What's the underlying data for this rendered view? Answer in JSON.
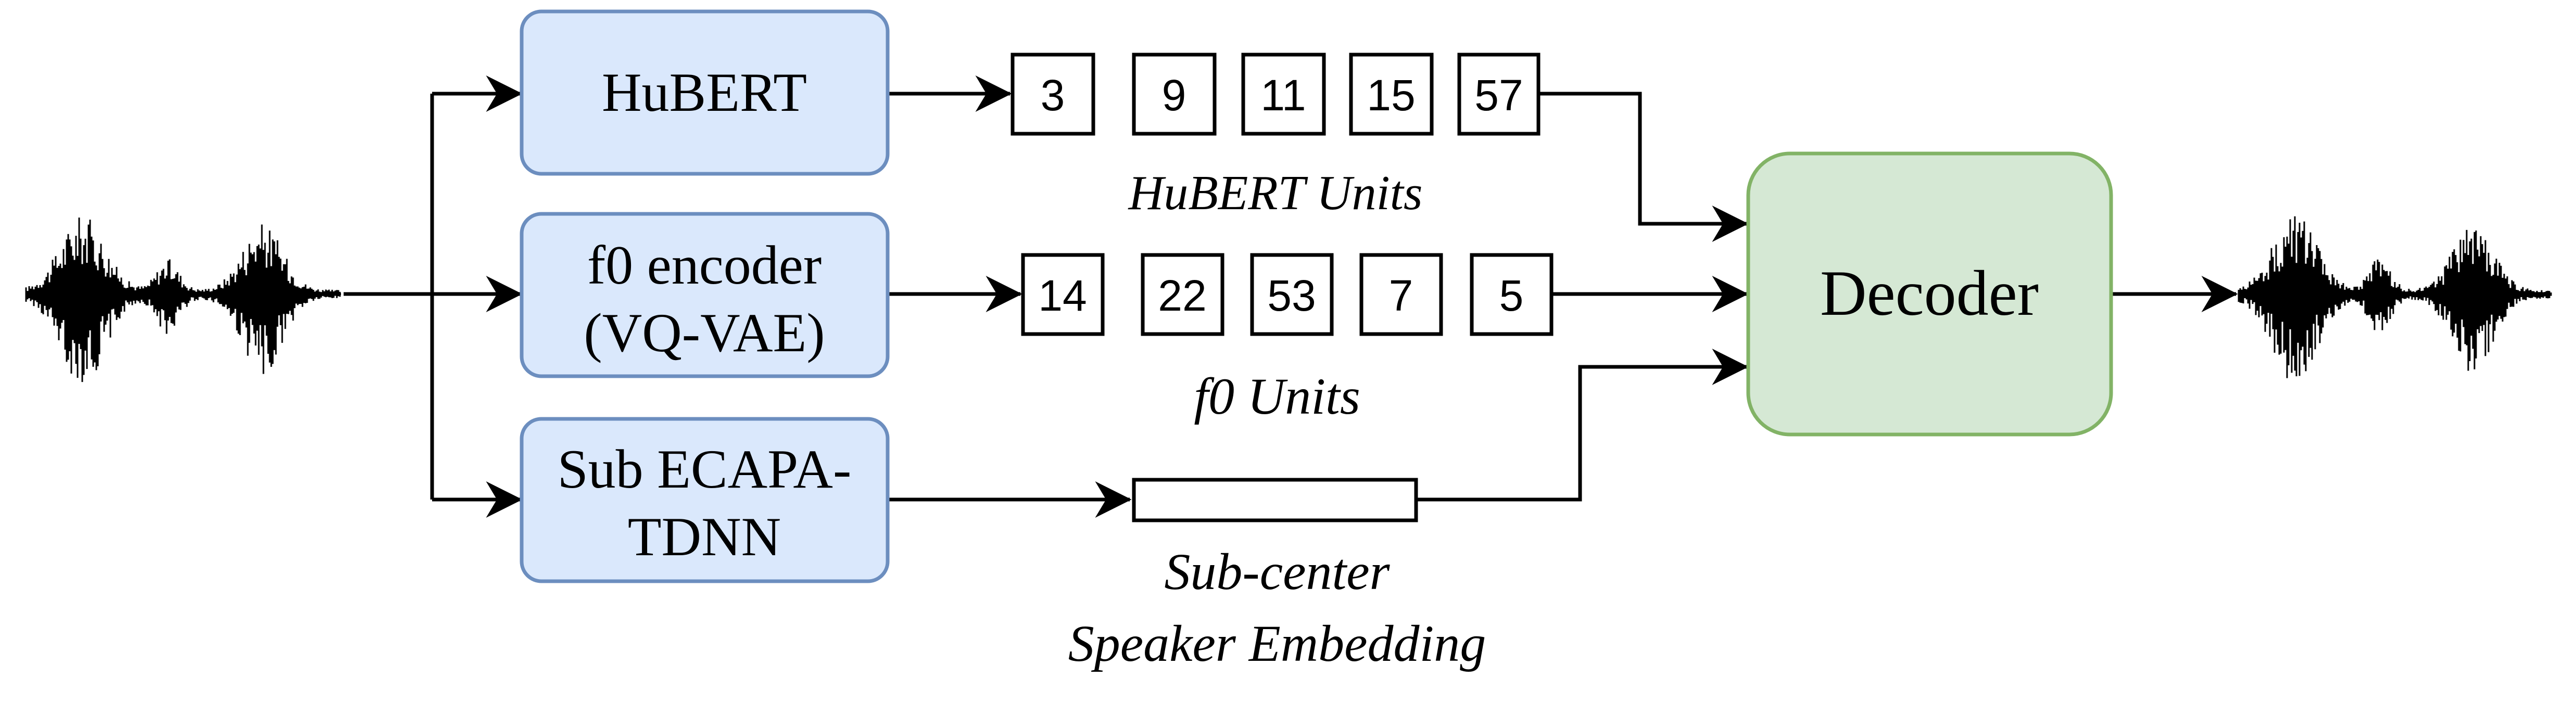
{
  "encoders": [
    {
      "id": "hubert",
      "lines": [
        "HuBERT"
      ]
    },
    {
      "id": "f0",
      "lines": [
        "f0 encoder",
        "(VQ-VAE)"
      ]
    },
    {
      "id": "ecapa",
      "lines": [
        "Sub ECAPA-",
        "TDNN"
      ]
    }
  ],
  "hubert_units": {
    "values": [
      "3",
      "9",
      "11",
      "15",
      "57"
    ],
    "caption": "HuBERT Units"
  },
  "f0_units": {
    "values": [
      "14",
      "22",
      "53",
      "7",
      "5"
    ],
    "caption": "f0 Units"
  },
  "speaker_embedding": {
    "caption_lines": [
      "Sub-center",
      "Speaker Embedding"
    ]
  },
  "decoder": {
    "label": "Decoder"
  },
  "colors": {
    "encoder_fill": "#dae8fc",
    "encoder_stroke": "#6c8ebf",
    "decoder_fill": "#d5e8d4",
    "decoder_stroke": "#82b366",
    "line": "#000000"
  },
  "icons": [
    "input-waveform-icon",
    "output-waveform-icon"
  ]
}
